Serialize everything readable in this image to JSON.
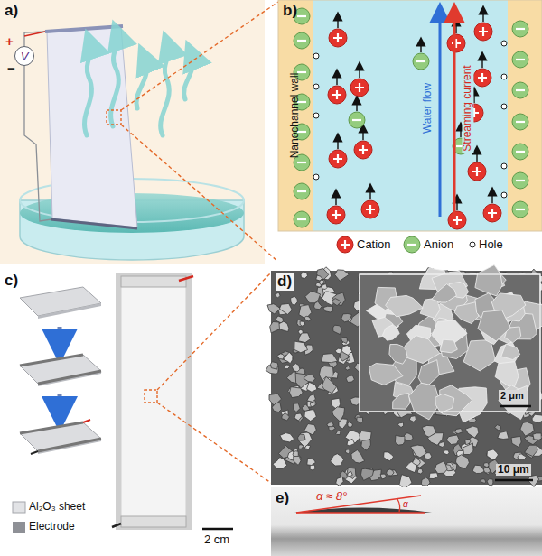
{
  "diagram": {
    "nodes": [
      {
        "text": [
          "V"
        ]
      }
    ],
    "labels": [
      "a)",
      "b)",
      "c)",
      "d)",
      "e)",
      "+",
      "−",
      "Nanochannel wall",
      "Water flow",
      "Streaming current",
      "Al₂O₃ sheet",
      "Electrode",
      "2 cm",
      "2 μm",
      "10 μm",
      "α ≈ 8°",
      "α"
    ],
    "legend": [
      {
        "text": "Cation"
      },
      {
        "text": "Anion"
      },
      {
        "text": "Hole"
      }
    ]
  }
}
